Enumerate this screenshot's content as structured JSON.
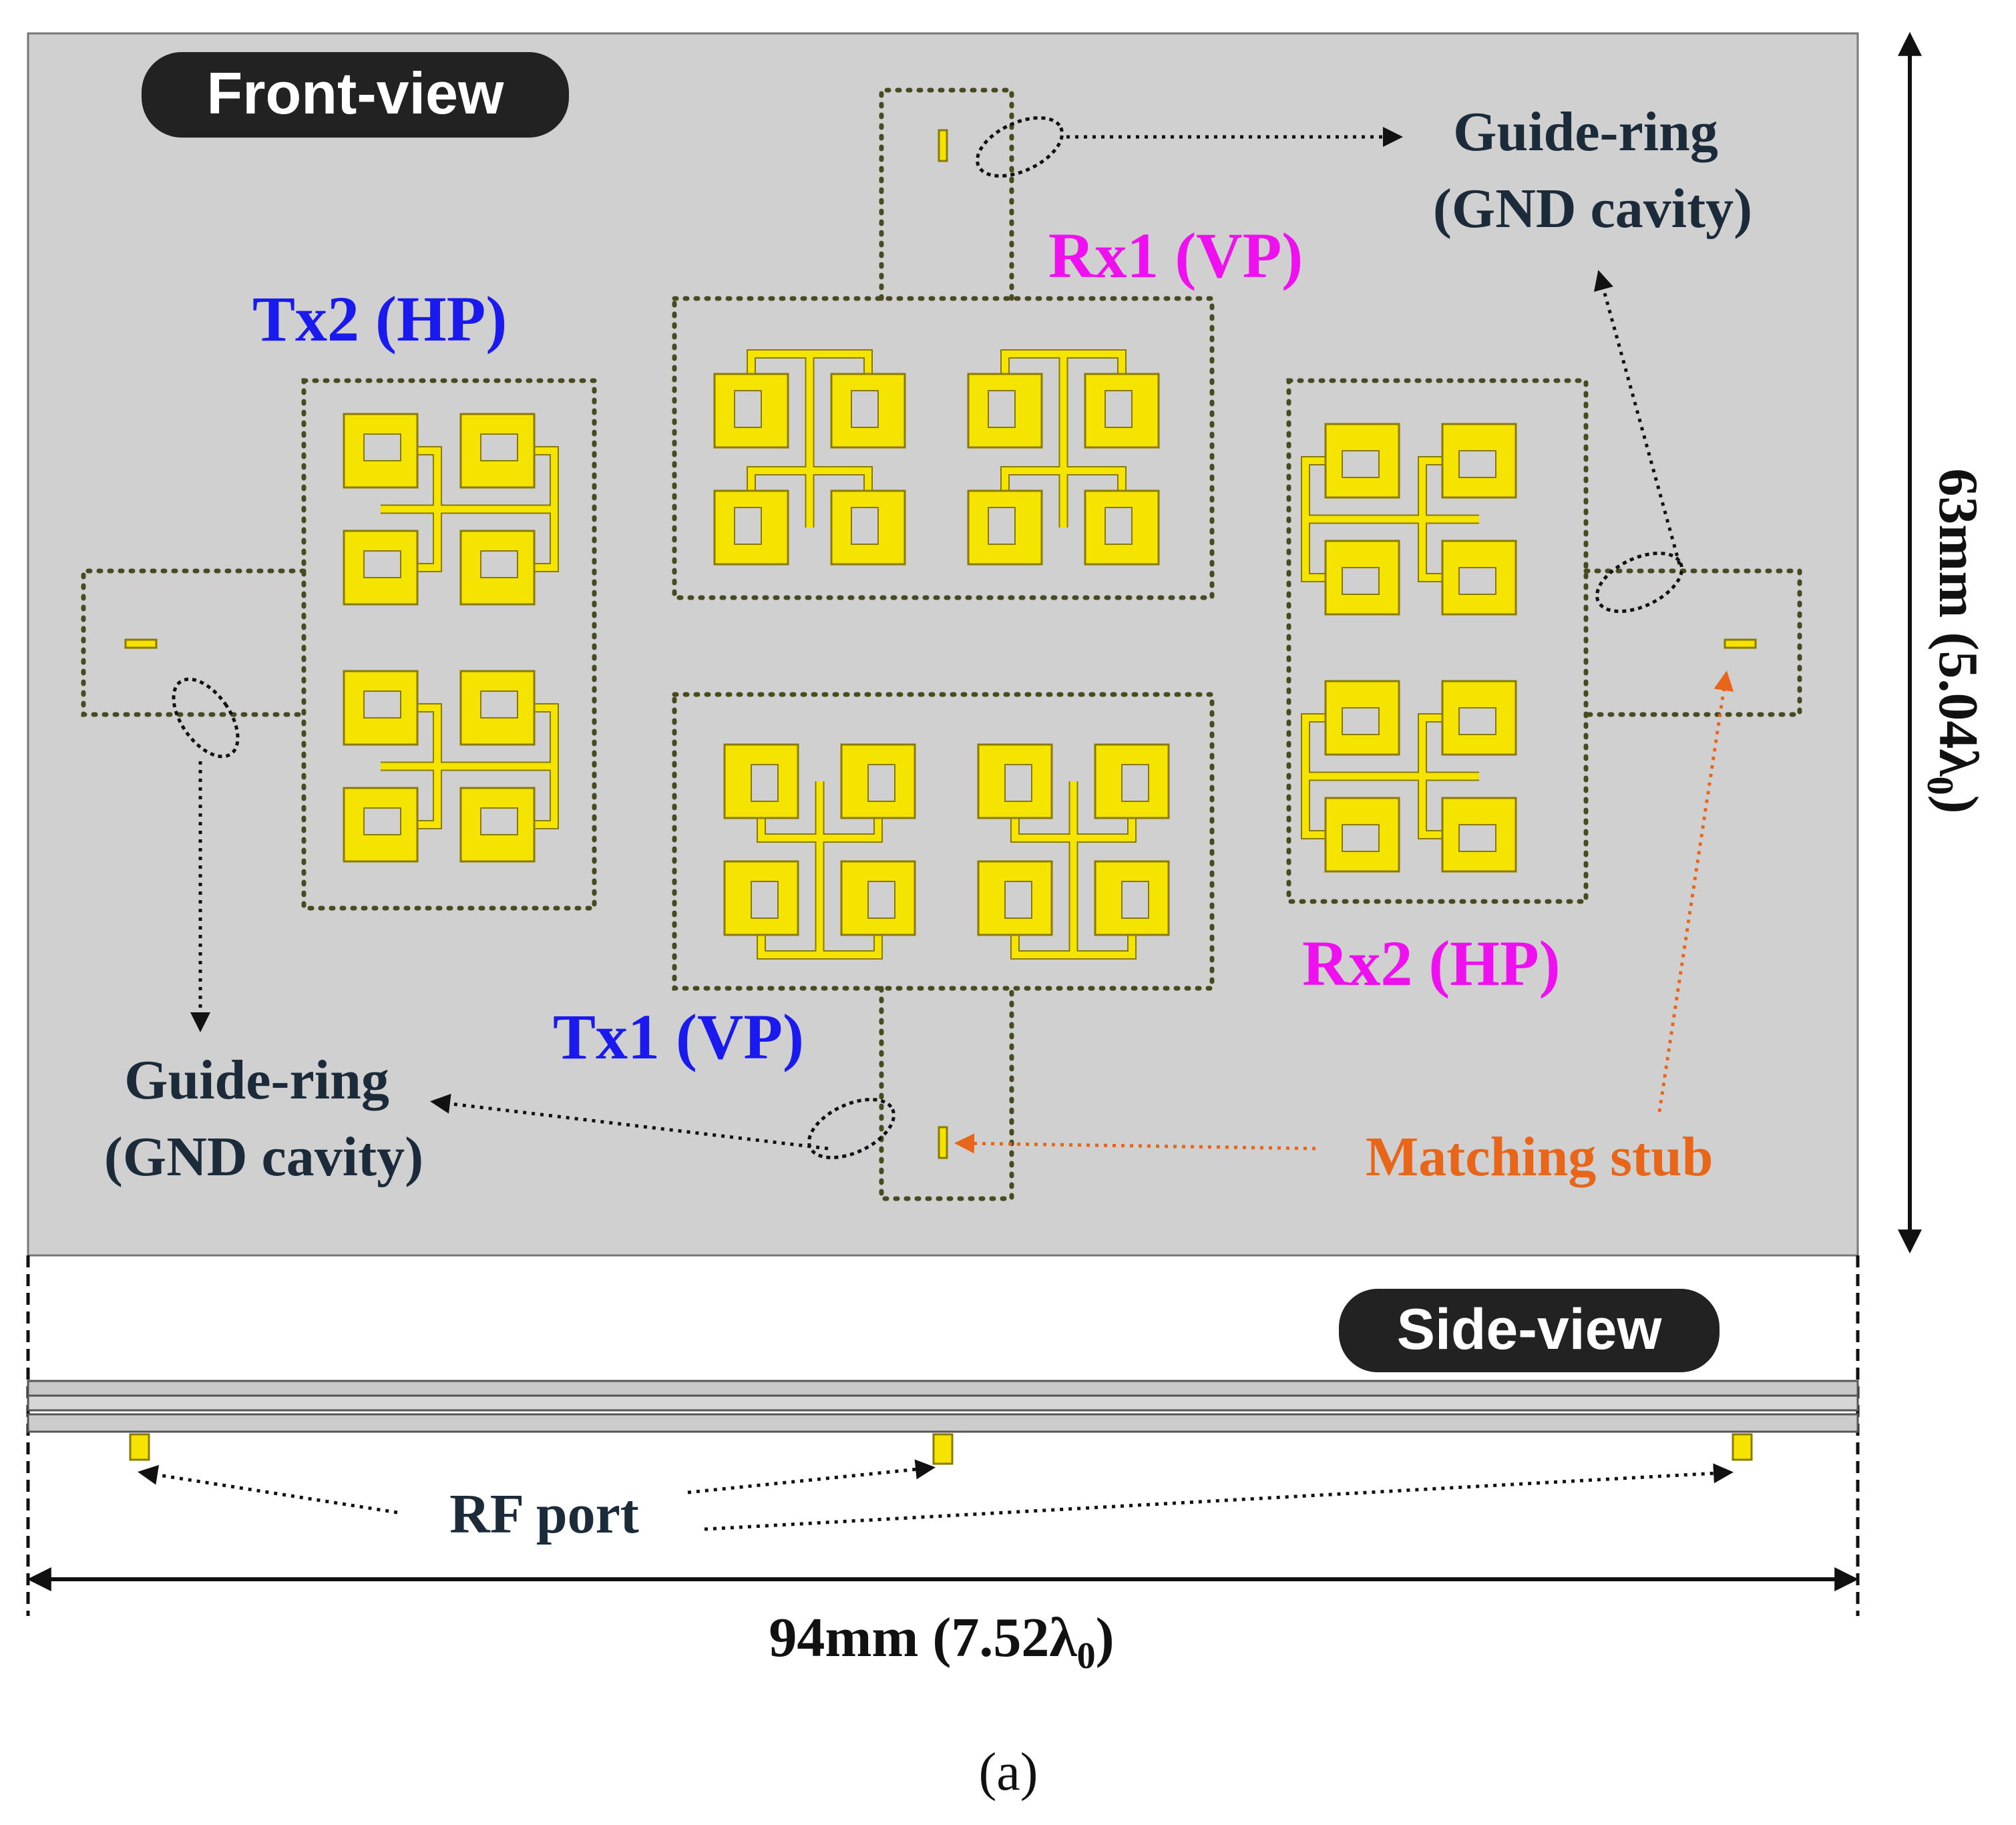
{
  "front_view": {
    "badge": "Front-view",
    "labels": {
      "tx2": "Tx2 (HP)",
      "rx1": "Rx1 (VP)",
      "tx1": "Tx1 (VP)",
      "rx2": "Rx2 (HP)"
    },
    "annotations": {
      "guide_ring_top": [
        "Guide-ring",
        "(GND cavity)"
      ],
      "guide_ring_bottom": [
        "Guide-ring",
        "(GND cavity)"
      ],
      "matching_stub": "Matching stub"
    }
  },
  "side_view": {
    "badge": "Side-view",
    "rf_port_label": "RF port"
  },
  "dimensions": {
    "height_label": "63mm (5.04λ",
    "height_sub": "0",
    "height_close": ")",
    "width_label": "94mm (7.52λ",
    "width_sub": "0",
    "width_close": ")"
  },
  "caption": "(a)",
  "colors": {
    "board": "#d0d0d0",
    "patch": "#f5e400",
    "patch_outline": "#8a7a00",
    "via": "#4a4a20",
    "tx_label": "#1a1aee",
    "rx_label": "#ee10ee",
    "matching_stub": "#e8661a",
    "annotation": "#1c2b3a",
    "badge_bg": "#222222"
  }
}
